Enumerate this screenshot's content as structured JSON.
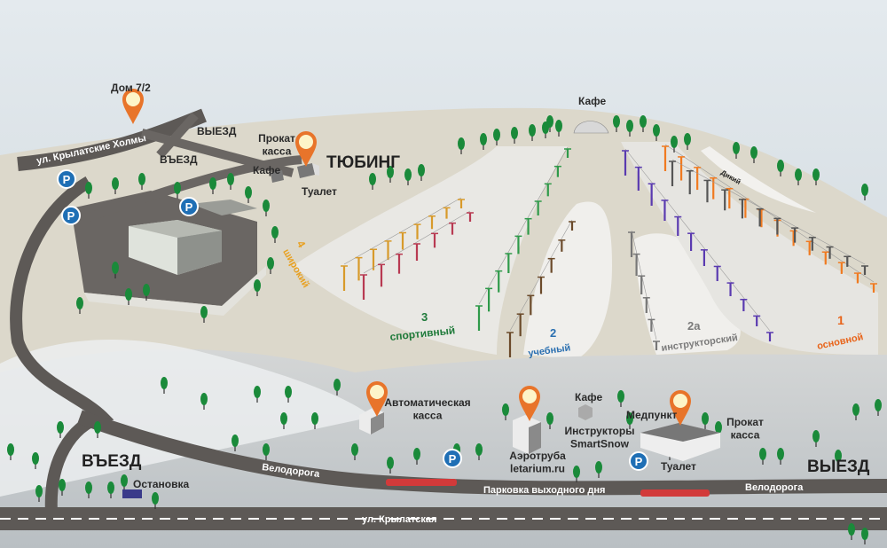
{
  "colors": {
    "pin": "#e8742a",
    "parking": "#1f6fb5",
    "tree": "#1a8a3a",
    "road": "#5d5956"
  },
  "top": {
    "house": "Дом 7/2",
    "street_top": "ул. Крылатские Холмы",
    "exit_top": "ВЫЕЗД",
    "entry_top": "ВЪЕЗД",
    "rental_top": "Прокат касса",
    "cafe_small": "Кафе",
    "toilet_top": "Туалет",
    "tubing": "ТЮБИНГ",
    "cafe_summit": "Кафе"
  },
  "slopes": [
    {
      "num": "4",
      "name": "широкий",
      "color": "#e8a020"
    },
    {
      "num": "3",
      "name": "спортивный",
      "color": "#1f7a3a"
    },
    {
      "num": "2",
      "name": "учебный",
      "color": "#2a6fb0"
    },
    {
      "num": "2а",
      "name": "инструкторский",
      "color": "#7a7a7a"
    },
    {
      "num": "1",
      "name": "основной",
      "color": "#e8641a"
    },
    {
      "num": "",
      "name": "Дикий",
      "color": "#222222"
    }
  ],
  "bottom": {
    "auto_kassa": "Автоматическая касса",
    "aerotube": "Аэротруба letarium.ru",
    "cafe": "Кафе",
    "instructors": "Инструкторы SmartSnow",
    "medpunkt": "Медпункт",
    "rental": "Прокат касса",
    "toilet": "Туалет",
    "entry": "ВЪЕЗД",
    "exit": "ВЫЕЗД",
    "stop": "Остановка",
    "bike_left": "Велодорога",
    "bike_right": "Велодорога",
    "weekend_parking": "Парковка выходного дня",
    "street_bottom": "ул. Крылатская"
  },
  "parking_label": "P"
}
